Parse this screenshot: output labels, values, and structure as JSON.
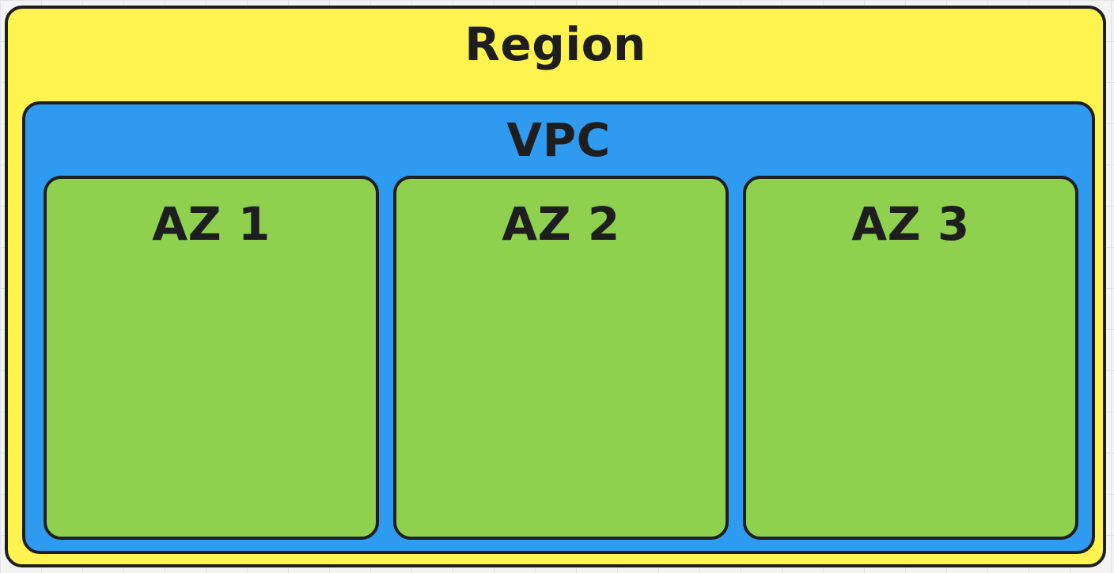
{
  "colors": {
    "region_fill": "#FFF44F",
    "vpc_fill": "#2E9BF0",
    "az_fill": "#8FD14F",
    "border": "#1E1E1E"
  },
  "region": {
    "label": "Region"
  },
  "vpc": {
    "label": "VPC"
  },
  "zones": [
    {
      "label": "AZ 1"
    },
    {
      "label": "AZ 2"
    },
    {
      "label": "AZ 3"
    }
  ]
}
